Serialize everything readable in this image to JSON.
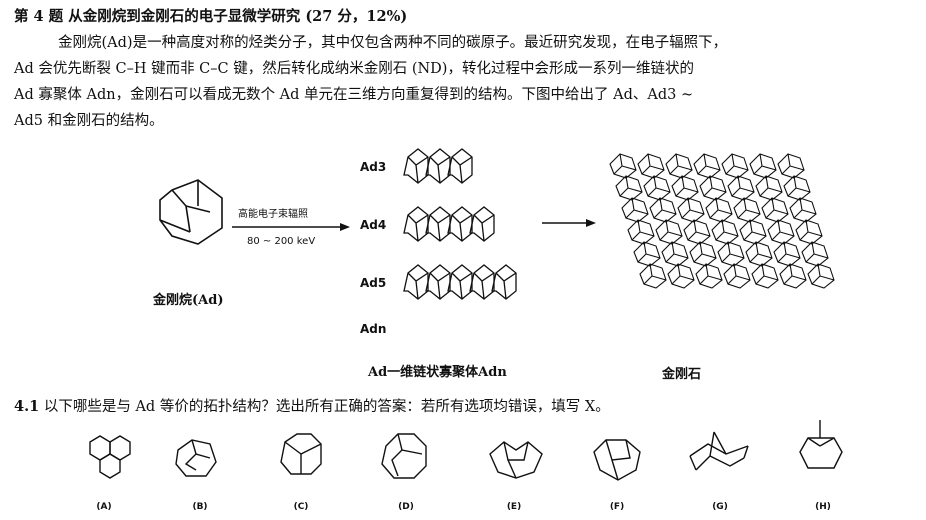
{
  "header": {
    "number": "第 4 题",
    "title": "从金刚烷到金刚石的电子显微学研究",
    "score": "(27 分，12%)"
  },
  "intro": {
    "line1": "金刚烷(Ad)是一种高度对称的烃类分子，其中仅包含两种不同的碳原子。最近研究发现，在电子辐照下，",
    "line2": "Ad 会优先断裂 C–H 键而非 C–C 键，然后转化成纳米金刚石 (ND)，转化过程中会形成一系列一维链状的",
    "line3": "Ad 寡聚体 Adn，金刚石可以看成无数个 Ad 单元在三维方向重复得到的结构。下图中给出了 Ad、Ad3 ~",
    "line4": "Ad5 和金刚石的结构。"
  },
  "scheme": {
    "ad_label": "金刚烷(Ad)",
    "arrow_top": "高能电子束辐照",
    "arrow_bottom": "80 ~ 200 keV",
    "ad3": "Ad3",
    "ad4": "Ad4",
    "ad5": "Ad5",
    "adn": "Adn",
    "chain_caption": "Ad一维链状寡聚体Adn",
    "diamond_caption": "金刚石"
  },
  "question": {
    "number": "4.1",
    "text": "以下哪些是与 Ad 等价的拓扑结构？选出所有正确的答案：若所有选项均错误，填写 X。",
    "options": [
      "(A)",
      "(B)",
      "(C)",
      "(D)",
      "(E)",
      "(F)",
      "(G)",
      "(H)"
    ]
  }
}
